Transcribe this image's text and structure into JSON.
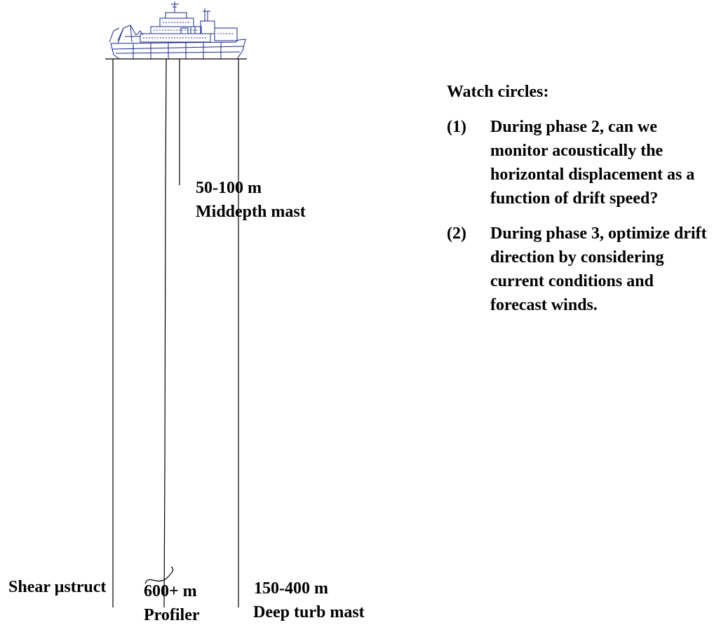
{
  "ship": {
    "icon": "research-vessel-icon"
  },
  "labels": {
    "middepth_depth": "50-100 m",
    "middepth_name": "Middepth mast",
    "shear": "Shear µstruct",
    "profiler_depth": "600+ m",
    "profiler_name": "Profiler",
    "deep_depth": "150-400 m",
    "deep_name": "Deep turb mast"
  },
  "notes": {
    "heading": "Watch circles:",
    "items": [
      {
        "number": "(1)",
        "text": "During phase 2, can we monitor acoustically the horizontal displacement as a function of drift speed?"
      },
      {
        "number": "(2)",
        "text": "During phase 3, optimize drift direction by considering current conditions and forecast winds."
      }
    ]
  },
  "colors": {
    "ship_line": "#1a2a8c",
    "cable": "#000000",
    "text": "#000000"
  }
}
